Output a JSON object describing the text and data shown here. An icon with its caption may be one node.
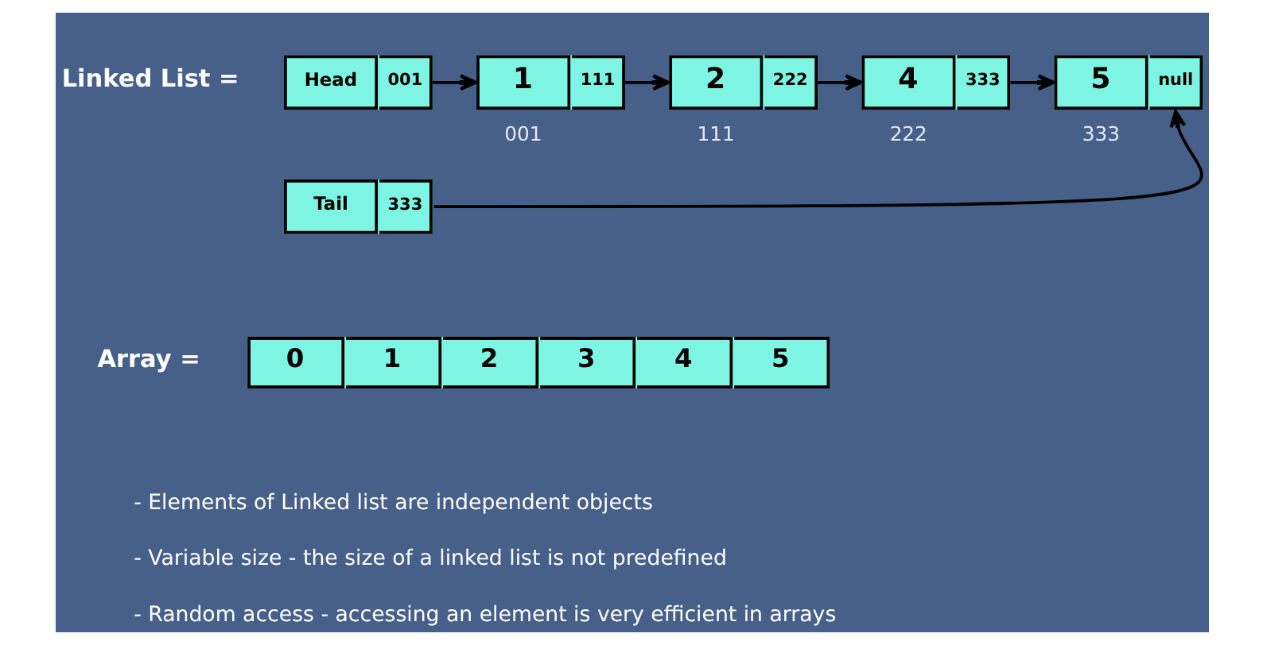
{
  "diagram": {
    "nodes": [
      {
        "text": [
          "Head",
          "001"
        ]
      },
      {
        "text": [
          "1",
          "111"
        ],
        "beside": [
          "001"
        ]
      },
      {
        "text": [
          "2",
          "222"
        ],
        "beside": [
          "111"
        ]
      },
      {
        "text": [
          "4",
          "333"
        ],
        "beside": [
          "222"
        ]
      },
      {
        "text": [
          "5",
          "null"
        ],
        "beside": [
          "333"
        ]
      },
      {
        "text": [
          "Tail",
          "333"
        ]
      },
      {
        "text": [
          "0",
          "1",
          "2",
          "3",
          "4",
          "5"
        ]
      }
    ],
    "edges": [
      {
        "from": 0,
        "to": 1,
        "arrow": "to"
      },
      {
        "from": 1,
        "to": 2,
        "arrow": "to"
      },
      {
        "from": 2,
        "to": 3,
        "arrow": "to"
      },
      {
        "from": 3,
        "to": 4,
        "arrow": "to"
      },
      {
        "from": 5,
        "to": 4,
        "arrow": "to"
      }
    ],
    "labels": [
      "Linked List =",
      "Array =",
      "- Elements of Linked list are independent objects",
      "- Variable size - the size of a linked list is not predefined",
      "- Random access - accessing an element is very efficient in arrays"
    ]
  }
}
